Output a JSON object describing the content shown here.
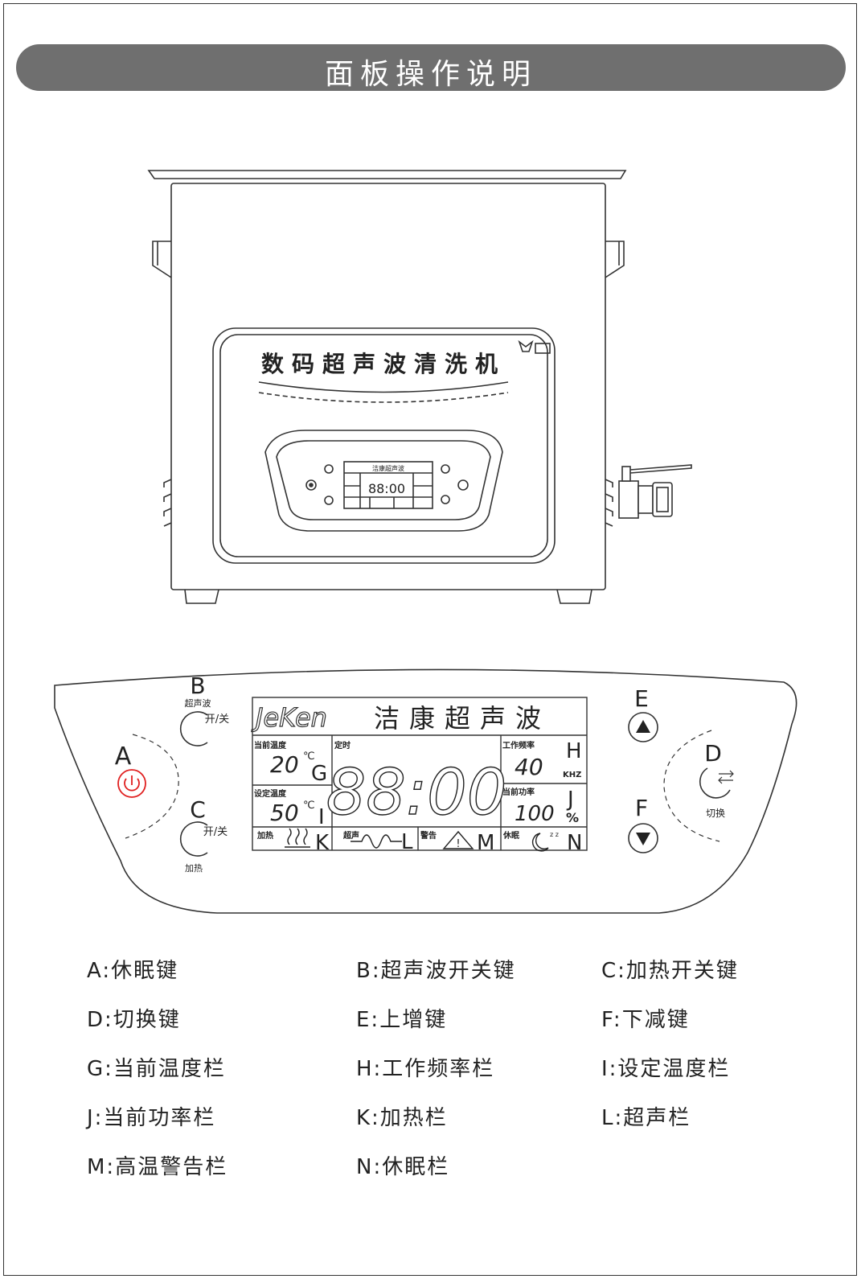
{
  "title": "面板操作说明",
  "device": {
    "label": "数码超声波清洗机",
    "brand_cn": "洁康超声波",
    "brand_logo": "JeKen"
  },
  "panel": {
    "buttons": {
      "A": {
        "letter": "A"
      },
      "B": {
        "letter": "B",
        "top_text": "超声波",
        "bottom_text": "开/关"
      },
      "C": {
        "letter": "C",
        "top_text": "开/关",
        "bottom_text": "加热"
      },
      "D": {
        "letter": "D",
        "text": "切换"
      },
      "E": {
        "letter": "E"
      },
      "F": {
        "letter": "F"
      }
    },
    "display": {
      "current_temp_label": "当前温度",
      "current_temp_value": "20",
      "set_temp_label": "设定温度",
      "set_temp_value": "50",
      "temp_unit": "℃",
      "timer_label": "定时",
      "timer_value": "88:00",
      "freq_label": "工作频率",
      "freq_value": "40",
      "freq_unit": "KHZ",
      "power_label": "当前功率",
      "power_value": "100",
      "power_unit": "%",
      "heat_label": "加热",
      "ultra_label": "超声",
      "warn_label": "警告",
      "sleep_label": "休眠",
      "letters": {
        "G": "G",
        "H": "H",
        "I": "I",
        "J": "J",
        "K": "K",
        "L": "L",
        "M": "M",
        "N": "N"
      }
    }
  },
  "legend": [
    [
      "A:休眠键",
      "B:超声波开关键",
      "C:加热开关键"
    ],
    [
      "D:切换键",
      "E:上增键",
      "F:下减键"
    ],
    [
      "G:当前温度栏",
      "H:工作频率栏",
      "I:设定温度栏"
    ],
    [
      "J:当前功率栏",
      "K:加热栏",
      "L:超声栏"
    ],
    [
      "M:高温警告栏",
      "N:休眠栏"
    ]
  ],
  "colors": {
    "title_bg": "#6f6f6f",
    "power_button": "#e02020"
  }
}
